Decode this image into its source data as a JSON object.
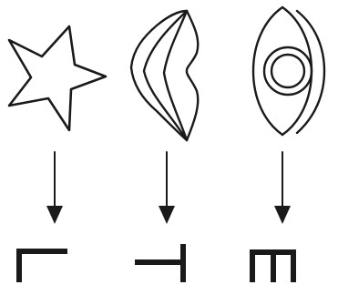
{
  "colors": {
    "ink": "#1a1a1a",
    "background": "#ffffff"
  },
  "columns": [
    {
      "pictograph": "star-icon",
      "glyph": "corner-l-glyph"
    },
    {
      "pictograph": "lips-icon",
      "glyph": "right-tee-glyph"
    },
    {
      "pictograph": "eye-icon",
      "glyph": "three-prong-glyph"
    }
  ]
}
